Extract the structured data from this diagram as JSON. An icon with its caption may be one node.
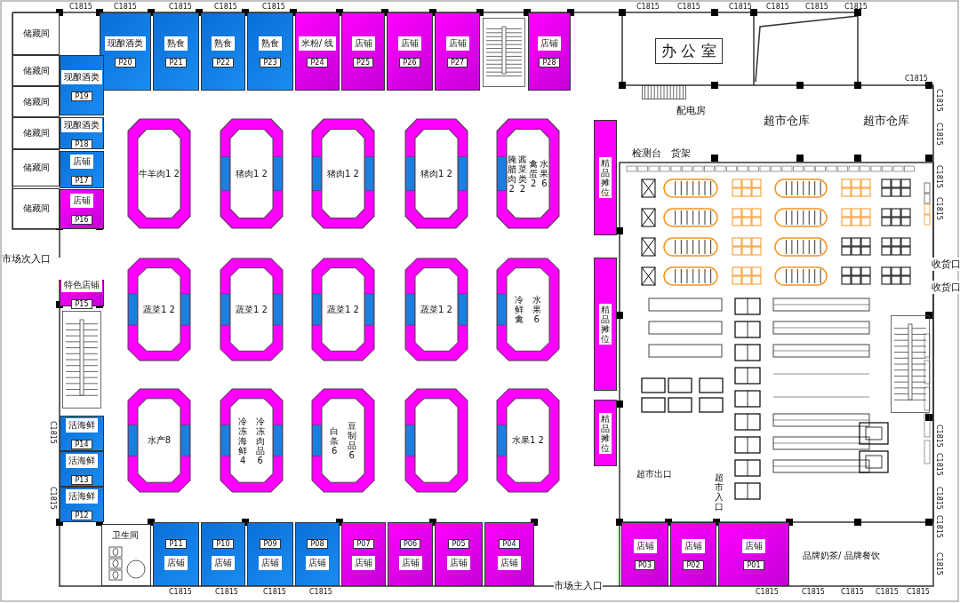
{
  "diagram": {
    "nodes": [
      {
        "text": [
          "储藏间"
        ]
      },
      {
        "text": [
          "储藏间"
        ]
      },
      {
        "text": [
          "储藏间"
        ]
      },
      {
        "text": [
          "储藏间"
        ]
      },
      {
        "text": [
          "储藏间"
        ]
      },
      {
        "text": [
          "储藏间"
        ]
      },
      {
        "text": [
          "现酿酒类",
          "P20"
        ]
      },
      {
        "text": [
          "现酿酒类",
          "P19"
        ]
      },
      {
        "text": [
          "现酿酒类",
          "P18"
        ]
      },
      {
        "text": [
          "店铺",
          "P17"
        ]
      },
      {
        "text": [
          "店铺",
          "P16"
        ]
      },
      {
        "text": [
          "熟食",
          "P21"
        ]
      },
      {
        "text": [
          "熟食",
          "P22"
        ]
      },
      {
        "text": [
          "熟食",
          "P23"
        ]
      },
      {
        "text": [
          "米粉/ 线",
          "P24"
        ]
      },
      {
        "text": [
          "店铺",
          "P25"
        ]
      },
      {
        "text": [
          "店铺",
          "P26"
        ]
      },
      {
        "text": [
          "店铺",
          "P27"
        ]
      },
      {
        "text": [
          "店铺",
          "P28"
        ]
      },
      {
        "text": [
          "办 公 室"
        ]
      },
      {
        "text": [
          "配电房",
          "检测台",
          "货架"
        ]
      },
      {
        "text": [
          "超市仓库",
          "超市仓库"
        ]
      },
      {
        "text": [
          "牛羊肉1 2"
        ]
      },
      {
        "text": [
          "猪肉1 2"
        ]
      },
      {
        "text": [
          "猪肉1 2"
        ]
      },
      {
        "text": [
          "猪肉1 2"
        ]
      },
      {
        "text": [
          "腌腊肉2",
          "酱菜类2",
          "禽蛋2",
          "水果6"
        ]
      },
      {
        "text": [
          "蔬菜1 2"
        ]
      },
      {
        "text": [
          "蔬菜1 2"
        ]
      },
      {
        "text": [
          "蔬菜1 2"
        ]
      },
      {
        "text": [
          "蔬菜1 2"
        ]
      },
      {
        "text": [
          "冷鲜禽",
          "水果6"
        ]
      },
      {
        "text": [
          "水产8"
        ]
      },
      {
        "text": [
          "冷冻海鲜4",
          "冷冻肉品6"
        ]
      },
      {
        "text": [
          "白条6",
          "豆制品6"
        ]
      },
      {
        "text": [],
        "shape": "octagon"
      },
      {
        "text": [
          "水果1 2"
        ]
      },
      {
        "text": [
          "精品摊位"
        ]
      },
      {
        "text": [
          "精品摊位"
        ]
      },
      {
        "text": [
          "精品摊位"
        ]
      },
      {
        "text": [
          "特色店铺",
          "P15"
        ]
      },
      {
        "text": [
          "活海鲜",
          "P14"
        ]
      },
      {
        "text": [
          "活海鲜",
          "P13"
        ]
      },
      {
        "text": [
          "活海鲜",
          "P12"
        ]
      },
      {
        "text": [
          "卫生间"
        ]
      },
      {
        "text": [
          "P11",
          "店铺"
        ]
      },
      {
        "text": [
          "P10",
          "店铺"
        ]
      },
      {
        "text": [
          "P09",
          "店铺"
        ]
      },
      {
        "text": [
          "P08",
          "店铺"
        ]
      },
      {
        "text": [
          "P07",
          "店铺"
        ]
      },
      {
        "text": [
          "P06",
          "店铺"
        ]
      },
      {
        "text": [
          "P05",
          "店铺"
        ]
      },
      {
        "text": [
          "P04",
          "店铺"
        ]
      },
      {
        "text": [
          "店铺",
          "P03"
        ]
      },
      {
        "text": [
          "店铺",
          "P02"
        ]
      },
      {
        "text": [
          "店铺",
          "P01"
        ]
      },
      {
        "text": [
          "品牌奶茶/ 品牌餐饮"
        ]
      }
    ],
    "labels": [
      "C1815",
      "C1815",
      "C1815",
      "C1815",
      "C1815",
      "C1815",
      "C1815",
      "C1815",
      "C1815",
      "C1815",
      "C1815",
      "C1815",
      "C1815",
      "C1815",
      "C1815",
      "C1815",
      "收货口",
      "收货口",
      "市场次入口",
      "C1815",
      "C1815",
      "C1815",
      "C1815",
      "C1815",
      "C1815",
      "C1815",
      "超市出口",
      "超市入口",
      "C1815",
      "C1815",
      "C1815",
      "C1815",
      "市场主入口",
      "C1815",
      "C1815",
      "C1815",
      "C1815",
      "C1815"
    ]
  }
}
